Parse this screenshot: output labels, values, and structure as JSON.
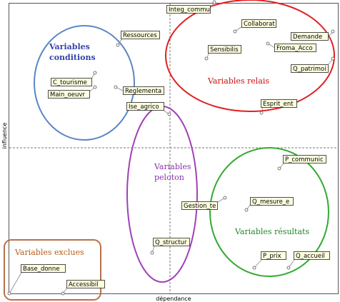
{
  "axes": {
    "x_label": "dépendance",
    "y_label": "influence"
  },
  "groups": {
    "conditions": {
      "line1": "Variables",
      "line2": "conditions",
      "color": "#5b86c4",
      "text_color": "#3344aa"
    },
    "relais": {
      "line1": "Variables relais",
      "color": "#e02020",
      "text_color": "#cc1111"
    },
    "peloton": {
      "line1": "Variables",
      "line2": "peloton",
      "color": "#a040b8",
      "text_color": "#8833aa"
    },
    "resultats": {
      "line1": "Variables résultats",
      "color": "#33aa33",
      "text_color": "#22882a"
    },
    "exclues": {
      "line1": "Variables exclues",
      "color": "#b8714a",
      "text_color": "#b35f22"
    }
  },
  "variables": [
    "Integ_commu",
    "Collaborat",
    "Demande",
    "Sensibilis",
    "Froma_Acco",
    "Q_patrimoi",
    "Esprit_ent",
    "Ressources",
    "C_tourisme",
    "Main_oeuvr",
    "Reglementa",
    "Ise_agrico",
    "P_communic",
    "Q_mesure_e",
    "Gestion_te",
    "P_prix",
    "Q_accueil",
    "Q_structur",
    "Base_donne",
    "Accessibil"
  ]
}
